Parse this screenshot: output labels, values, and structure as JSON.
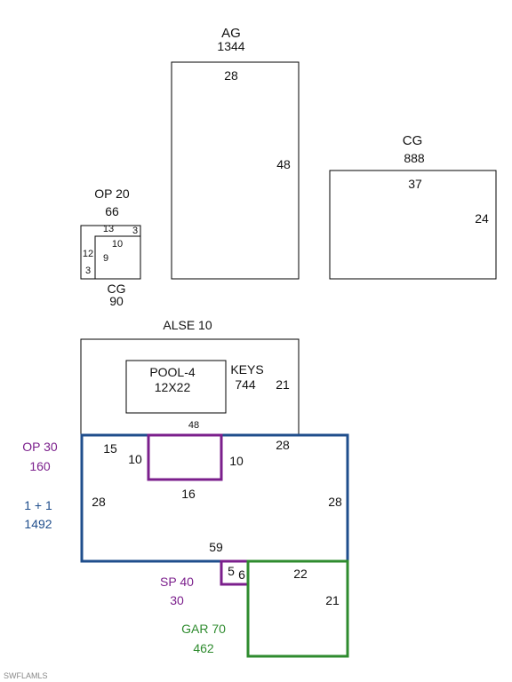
{
  "colors": {
    "line": "#000000",
    "text": "#111111",
    "blue": "#1f4e8c",
    "purple": "#7b1f8c",
    "green": "#2e8b2e",
    "watermark": "#888888"
  },
  "areas": {
    "ag": {
      "code": "AG",
      "area": "1344",
      "dims": [
        "28",
        "48"
      ]
    },
    "cg_right": {
      "code": "CG",
      "area": "888",
      "dims": [
        "37",
        "24"
      ]
    },
    "op_small": {
      "label": "OP 20",
      "area": "66",
      "dims": [
        "13",
        "3",
        "12",
        "3"
      ]
    },
    "cg_small": {
      "code": "CG",
      "area": "90",
      "dims": [
        "10",
        "9"
      ]
    },
    "alse": {
      "label": "ALSE 10",
      "dims": [
        "21",
        "48"
      ]
    },
    "pool": {
      "label": "POOL-4",
      "size": "12X22"
    },
    "keys": {
      "label": "KEYS",
      "area": "744"
    },
    "op_main": {
      "label": "OP 30",
      "area": "160",
      "dims": [
        "15",
        "10",
        "10",
        "16"
      ]
    },
    "living": {
      "label": "1 + 1",
      "area": "1492",
      "dims": [
        "28",
        "28",
        "28",
        "59"
      ]
    },
    "sp": {
      "label": "SP 40",
      "area": "30",
      "dims": [
        "5",
        "6"
      ]
    },
    "garage": {
      "label": "GAR 70",
      "area": "462",
      "dims": [
        "22",
        "21"
      ]
    }
  },
  "watermark": "SWFLAMLS"
}
